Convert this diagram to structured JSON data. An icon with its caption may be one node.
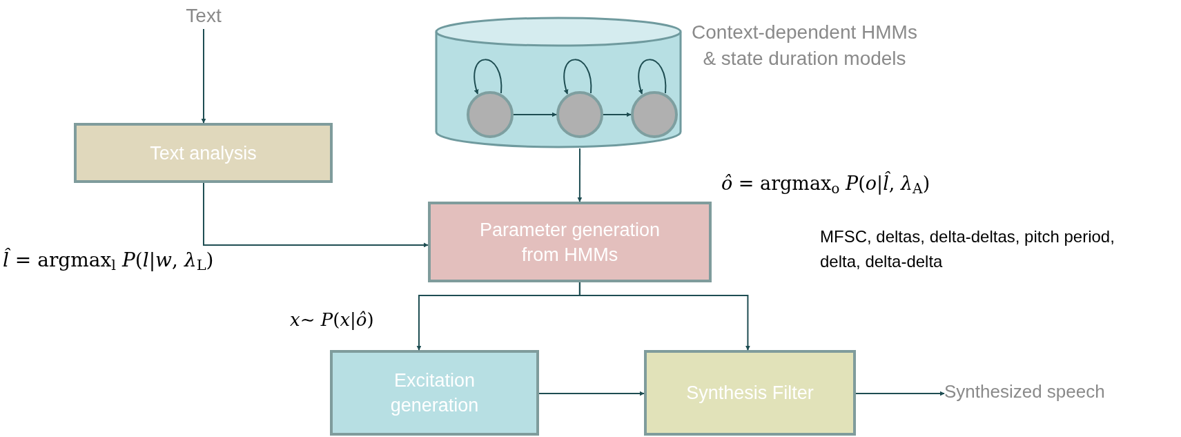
{
  "diagram": {
    "nodes": [
      {
        "text": [
          "Text"
        ]
      },
      {
        "text": [
          "Text analysis"
        ]
      },
      {
        "text": [
          "Context-dependent HMMs & state duration models"
        ]
      },
      {
        "text": [],
        "shape": "circle",
        "in": 2
      },
      {
        "text": [],
        "shape": "circle",
        "in": 2
      },
      {
        "text": [],
        "shape": "circle",
        "in": 2
      },
      {
        "text": [
          "Parameter generation from HMMs"
        ]
      },
      {
        "text": [
          "Excitation generation"
        ]
      },
      {
        "text": [
          "Synthesis Filter"
        ]
      },
      {
        "text": [
          "Synthesized speech"
        ]
      }
    ],
    "edges": [
      {
        "from": 0,
        "to": 1,
        "arrow": "to"
      },
      {
        "from": 1,
        "to": 6,
        "arrow": "to"
      },
      {
        "from": 2,
        "to": 6,
        "arrow": "to"
      },
      {
        "from": 3,
        "to": 3,
        "arrow": "to"
      },
      {
        "from": 4,
        "to": 4,
        "arrow": "to"
      },
      {
        "from": 5,
        "to": 5,
        "arrow": "to"
      },
      {
        "from": 3,
        "to": 4,
        "arrow": "to"
      },
      {
        "from": 4,
        "to": 5,
        "arrow": "to"
      },
      {
        "from": 6,
        "to": 7,
        "arrow": "to"
      },
      {
        "from": 6,
        "to": 8,
        "arrow": "to"
      },
      {
        "from": 7,
        "to": 8,
        "arrow": "to"
      },
      {
        "from": 8,
        "to": 9,
        "arrow": "to"
      }
    ],
    "labels": [
      "*l̂* = argmax$_{l}$ *P*(*l*|*w*, *λ*$_{L}$)",
      "*x*∼ *P*(*x*|*ô*)",
      "*ô* = argmax$_{o}$ *P*(*o*|*l̂*, *λ*$_{A}$)",
      "MFSC, deltas, delta-deltas, pitch period, delta, delta-delta"
    ]
  }
}
